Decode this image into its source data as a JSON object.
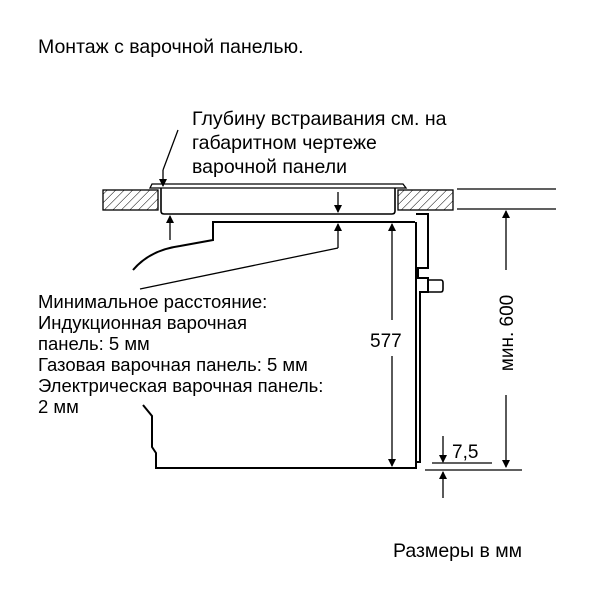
{
  "title": "Монтаж с варочной панелью.",
  "depth_note": [
    "Глубину встраивания см. на",
    "габаритном чертеже",
    "варочной панели"
  ],
  "min_distance": {
    "lines": [
      "Минимальное расстояние:",
      "Индукционная варочная",
      "панель: 5 мм",
      "Газовая варочная панель: 5 мм",
      "Электрическая варочная панель:",
      "2 мм"
    ]
  },
  "dimensions": {
    "height": "577",
    "min_niche": "мин. 600",
    "offset": "7,5"
  },
  "units_note": "Размеры в мм"
}
